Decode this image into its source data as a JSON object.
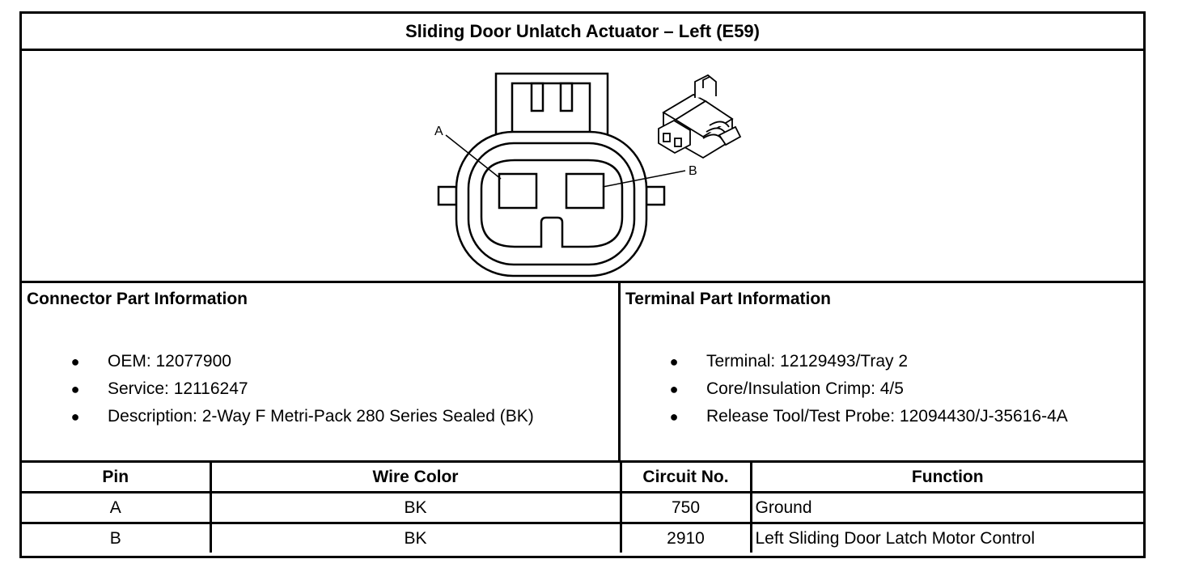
{
  "title": "Sliding Door Unlatch Actuator – Left (E59)",
  "diagram": {
    "pin_labels": [
      "A",
      "B"
    ]
  },
  "connector_info": {
    "heading": "Connector Part Information",
    "items": [
      "OEM: 12077900",
      "Service: 12116247",
      "Description: 2-Way F Metri-Pack 280 Series Sealed (BK)"
    ]
  },
  "terminal_info": {
    "heading": "Terminal Part Information",
    "items": [
      "Terminal: 12129493/Tray 2",
      "Core/Insulation Crimp: 4/5",
      "Release Tool/Test Probe: 12094430/J-35616-4A"
    ]
  },
  "table": {
    "headers": [
      "Pin",
      "Wire Color",
      "Circuit No.",
      "Function"
    ],
    "rows": [
      [
        "A",
        "BK",
        "750",
        "Ground"
      ],
      [
        "B",
        "BK",
        "2910",
        "Left Sliding Door Latch Motor Control"
      ]
    ]
  }
}
